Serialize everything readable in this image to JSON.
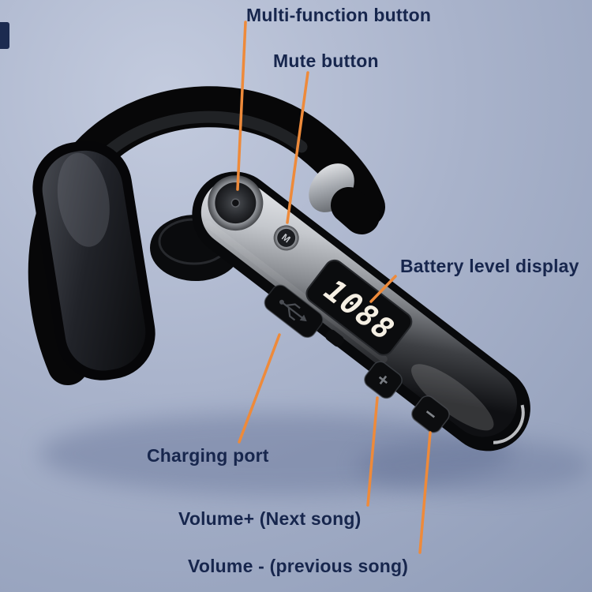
{
  "scene": {
    "background_top": "#c3cbde",
    "background_bottom": "#8f9cb8",
    "label_color": "#17264d",
    "accent_color": "#ee8a3a",
    "subject": "ear-hook bluetooth headset annotated diagram"
  },
  "labels": {
    "multi_function": "Multi-function button",
    "mute": "Mute button",
    "battery": "Battery level display",
    "charging_port": "Charging port",
    "volume_up": "Volume+ (Next song)",
    "volume_down": "Volume - (previous song)"
  },
  "device": {
    "mute_glyph": "M",
    "display_digits": "1088",
    "volume_up_glyph": "+",
    "volume_down_glyph": "−"
  }
}
